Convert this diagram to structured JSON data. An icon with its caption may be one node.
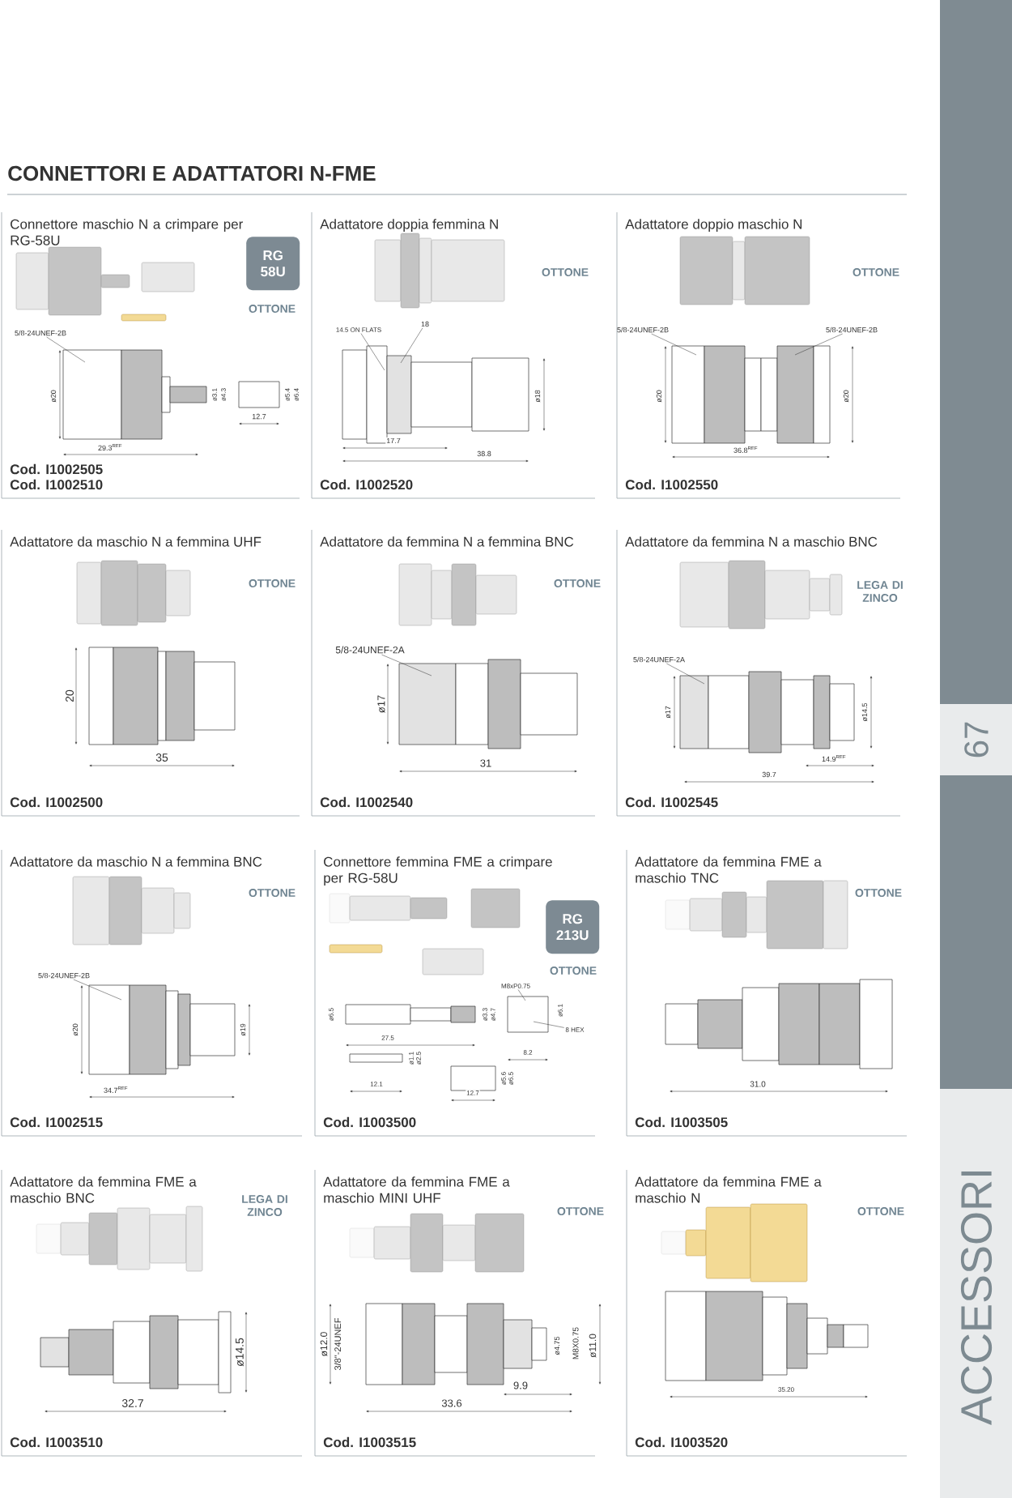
{
  "diagram": {
    "title": "CONNETTORI E ADATTATORI N-FME",
    "nodes": [
      {
        "text": [
          "Connettore maschio N a crimpare per RG-58U",
          "OTTONE",
          "Cod. I1002505",
          "Cod. I1002510"
        ]
      },
      {
        "text": [
          "RG 58U"
        ],
        "in": 0
      },
      {
        "text": [
          "5/8-24UNEF-2B"
        ],
        "in": 0
      },
      {
        "text": [
          "Adattatore doppia femmina N",
          "OTTONE",
          "Cod. I1002520"
        ]
      },
      {
        "text": [
          "14.5 ON FLATS"
        ],
        "in": 3
      },
      {
        "text": [
          "18"
        ],
        "in": 3
      },
      {
        "text": [
          "Adattatore doppio maschio N",
          "OTTONE",
          "Cod. I1002550"
        ]
      },
      {
        "text": [
          "5/8-24UNEF-2B"
        ],
        "in": 6
      },
      {
        "text": [
          "5/8-24UNEF-2B"
        ],
        "in": 6
      },
      {
        "text": [
          "Adattatore da maschio N a femmina UHF",
          "OTTONE",
          "Cod. I1002500"
        ]
      },
      {
        "text": [
          "Adattatore da femmina N a femmina BNC",
          "OTTONE",
          "Cod. I1002540"
        ]
      },
      {
        "text": [
          "5/8-24UNEF-2A"
        ],
        "in": 10
      },
      {
        "text": [
          "Adattatore da femmina N a maschio BNC",
          "LEGA DI ZINCO",
          "Cod. I1002545"
        ]
      },
      {
        "text": [
          "5/8-24UNEF-2A"
        ],
        "in": 12
      },
      {
        "text": [
          "Adattatore da maschio N a femmina BNC",
          "OTTONE",
          "Cod. I1002515"
        ]
      },
      {
        "text": [
          "5/8-24UNEF-2B"
        ],
        "in": 14
      },
      {
        "text": [
          "Connettore femmina FME a crimpare per RG-58U",
          "OTTONE",
          "Cod. I1003500"
        ]
      },
      {
        "text": [
          "RG 213U"
        ],
        "in": 16
      },
      {
        "text": [
          "M8xP0.75"
        ],
        "in": 16
      },
      {
        "text": [
          "8 HEX"
        ],
        "in": 16
      },
      {
        "text": [
          "Adattatore da femmina FME a maschio TNC",
          "OTTONE",
          "Cod. I1003505"
        ]
      },
      {
        "text": [
          "Adattatore da femmina FME a maschio BNC",
          "LEGA DI ZINCO",
          "Cod. I1003510"
        ]
      },
      {
        "text": [
          "Adattatore da femmina FME a maschio MINI UHF",
          "OTTONE",
          "Cod. I1003515"
        ]
      },
      {
        "text": [
          "Adattatore da femmina FME a maschio N",
          "OTTONE",
          "Cod. I1003520"
        ]
      }
    ],
    "edges": [
      {
        "from": 2,
        "to": null,
        "arrow": "none"
      },
      {
        "from": 4,
        "to": null,
        "arrow": "none"
      },
      {
        "from": 5,
        "to": null,
        "arrow": "none"
      },
      {
        "from": 7,
        "to": null,
        "arrow": "none"
      },
      {
        "from": 8,
        "to": null,
        "arrow": "none"
      },
      {
        "from": 11,
        "to": null,
        "arrow": "none"
      },
      {
        "from": 13,
        "to": null,
        "arrow": "none"
      },
      {
        "from": 15,
        "to": null,
        "arrow": "none"
      },
      {
        "from": 18,
        "to": null,
        "arrow": "none"
      },
      {
        "from": 19,
        "to": null,
        "arrow": "none"
      }
    ],
    "labels": [
      "ø20",
      "ø3.1",
      "ø4.3",
      "29.3$^{REF}$",
      "12.7",
      "ø5.4",
      "ø6.4",
      "ø18",
      "17.7",
      "38.8",
      "ø20",
      "ø20",
      "36.8$^{REF}$",
      "20",
      "35",
      "ø17",
      "31",
      "ø17",
      "ø14.5",
      "14.9$^{REF}$",
      "39.7",
      "ø20",
      "ø19",
      "34.7$^{REF}$",
      "ø6.5",
      "ø3.3",
      "ø4.7",
      "27.5",
      "ø6.1",
      "8.2",
      "ø1.1",
      "ø2.5",
      "12.1",
      "ø5.6",
      "ø6.5",
      "12.7",
      "31.0",
      "ø14.5",
      "32.7",
      "ø12.0",
      "3/8\"-24UNEF",
      "ø4.75",
      "M8X0.75",
      "ø11.0",
      "9.9",
      "33.6",
      "35.20",
      "67",
      "ACCESSORI"
    ]
  }
}
